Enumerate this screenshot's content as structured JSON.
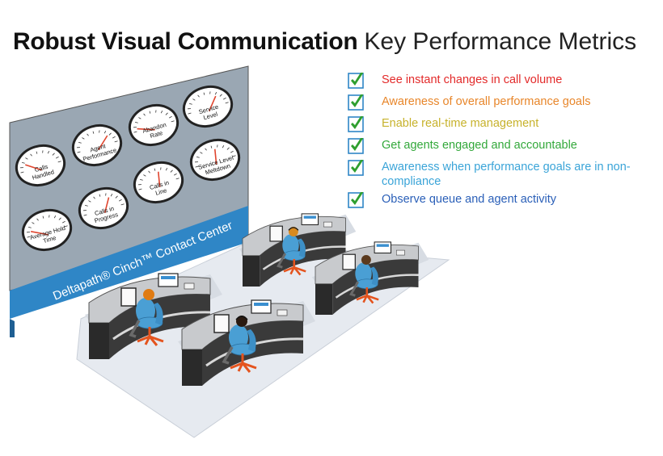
{
  "header": {
    "title_bold": "Robust Visual Communication",
    "title_light": "Key Performance Metrics"
  },
  "wall": {
    "banner": "Deltapath® Cinch™ Contact Center",
    "gauges": [
      {
        "label": "Calls Handled",
        "value": 0.2
      },
      {
        "label": "Agent Performance",
        "value": 0.75
      },
      {
        "label": "Abandon Rate",
        "value": 0.1
      },
      {
        "label": "Service Level",
        "value": 0.7
      },
      {
        "label": "Average Hold Time",
        "value": 0.15
      },
      {
        "label": "Calls in Progress",
        "value": 0.65
      },
      {
        "label": "Calls in Line",
        "value": 0.55
      },
      {
        "label": "Service Level Meltdown",
        "value": 0.55
      }
    ]
  },
  "metrics": [
    {
      "text": "See instant changes in call volume",
      "color": "#e32a2a"
    },
    {
      "text": "Awareness of overall performance goals",
      "color": "#e8862a"
    },
    {
      "text": "Enable real-time management",
      "color": "#c7b22b"
    },
    {
      "text": "Get agents engaged and accountable",
      "color": "#32a83a"
    },
    {
      "text": "Awareness when performance goals are in non-compliance",
      "color": "#3aa4d8"
    },
    {
      "text": "Observe queue and agent activity",
      "color": "#2a5fb8"
    }
  ],
  "colors": {
    "wall": "#9aa7b3",
    "banner": "#2f86c6",
    "floor": "#e6eaf0",
    "desk": "#c8cacd",
    "chair": "#4a9fd4",
    "chair_base": "#e4541e",
    "check": "#2f9f2f",
    "checkbox_border": "#2f86c6"
  },
  "icons": {
    "check": "checkmark-icon"
  }
}
